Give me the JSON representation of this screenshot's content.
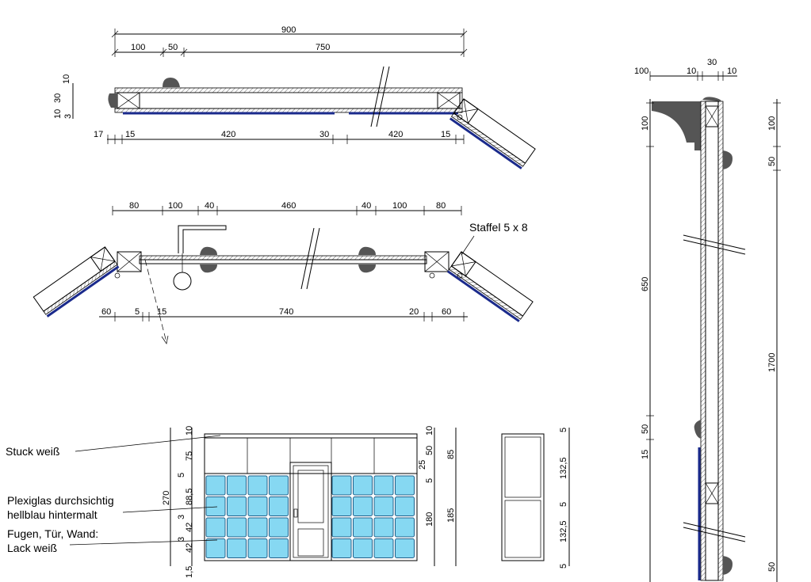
{
  "drawing": {
    "plan1": {
      "top_dims": [
        "900",
        "100",
        "50",
        "750"
      ],
      "left_dims": [
        "10",
        "10",
        "30",
        "3"
      ],
      "bottom_dims": [
        "17",
        "15",
        "420",
        "30",
        "420",
        "15"
      ]
    },
    "plan2": {
      "top_dims": [
        "80",
        "100",
        "40",
        "460",
        "40",
        "100",
        "80"
      ],
      "bottom_dims": [
        "60",
        "5",
        "15",
        "740",
        "20",
        "60"
      ],
      "callout": "Staffel 5 x 8"
    },
    "elevation": {
      "labels": [
        "Stuck weiß",
        "Plexiglas durchsichtig",
        "hellblau hintermalt",
        "Fugen, Tür, Wand:",
        "Lack weiß"
      ],
      "left_dims": [
        "10",
        "75",
        "5",
        "270",
        "88,5",
        "3",
        "42",
        "3",
        "42",
        "1,5"
      ],
      "right_dims": [
        "10",
        "50",
        "85",
        "25",
        "5",
        "180",
        "185"
      ]
    },
    "side_view": {
      "dims": [
        "5",
        "132,5",
        "5",
        "132,5",
        "5"
      ]
    },
    "section": {
      "top_dims": [
        "100",
        "10",
        "30",
        "10"
      ],
      "left_dims": [
        "100",
        "650",
        "15",
        "50"
      ],
      "right_dims": [
        "100",
        "50",
        "1700",
        "50"
      ]
    }
  },
  "colors": {
    "glass": "#86d8f2",
    "glass_edge": "#1f5f8a",
    "line_blue": "#1a2a8c",
    "stucco": "#555555"
  }
}
